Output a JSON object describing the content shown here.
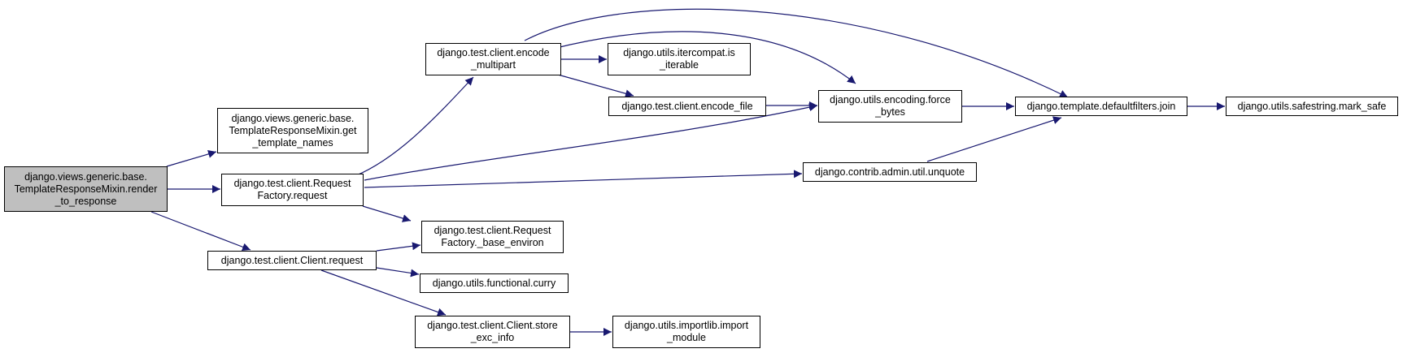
{
  "colors": {
    "edge": "#191970",
    "root_fill": "#bfbfbf",
    "node_fill": "#ffffff",
    "border": "#000000"
  },
  "nodes": {
    "render_to_response": "django.views.generic.base.\nTemplateResponseMixin.render\n_to_response",
    "get_template_names": "django.views.generic.base.\nTemplateResponseMixin.get\n_template_names",
    "rf_request": "django.test.client.Request\nFactory.request",
    "client_request": "django.test.client.Client.request",
    "encode_multipart": "django.test.client.encode\n_multipart",
    "is_iterable": "django.utils.itercompat.is\n_iterable",
    "encode_file": "django.test.client.encode_file",
    "force_bytes": "django.utils.encoding.force\n_bytes",
    "join": "django.template.defaultfilters.join",
    "mark_safe": "django.utils.safestring.mark_safe",
    "unquote": "django.contrib.admin.util.unquote",
    "base_environ": "django.test.client.Request\nFactory._base_environ",
    "curry": "django.utils.functional.curry",
    "store_exc_info": "django.test.client.Client.store\n_exc_info",
    "import_module": "django.utils.importlib.import\n_module"
  }
}
